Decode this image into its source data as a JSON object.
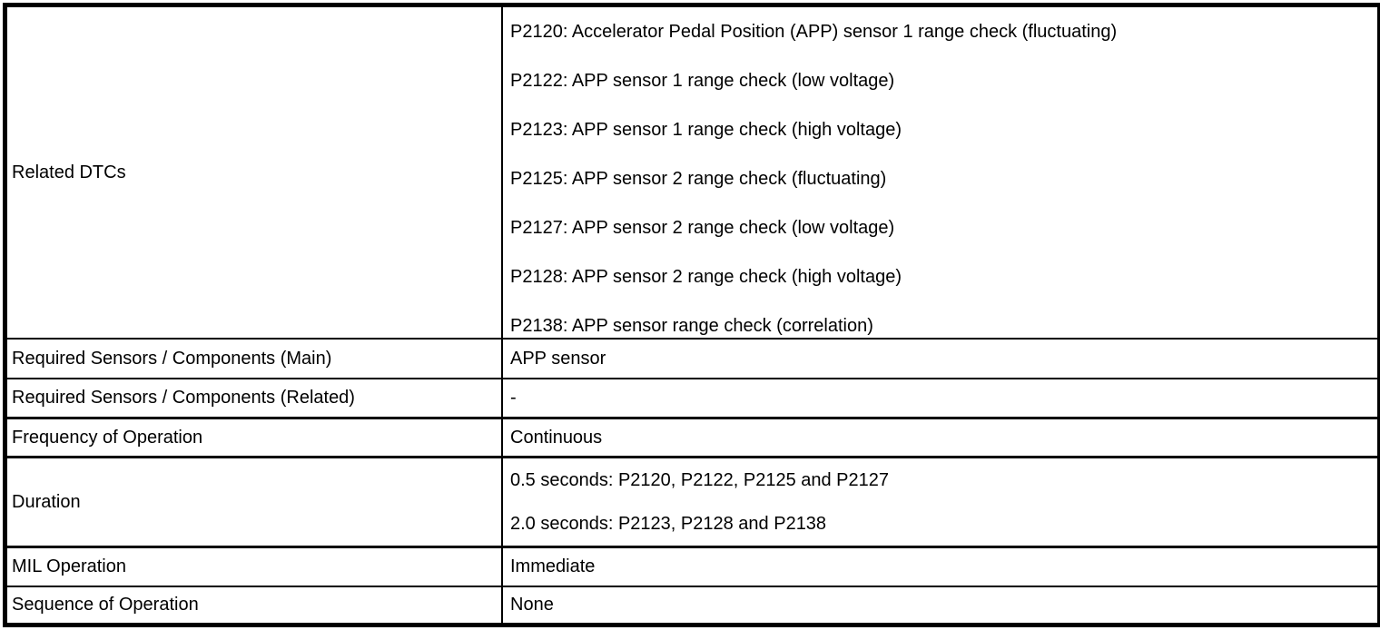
{
  "table": {
    "rows": [
      {
        "label": "Related DTCs",
        "values": [
          "P2120: Accelerator Pedal Position (APP) sensor 1 range check (fluctuating)",
          "P2122: APP sensor 1 range check (low voltage)",
          "P2123: APP sensor 1 range check (high voltage)",
          "P2125: APP sensor 2 range check (fluctuating)",
          "P2127: APP sensor 2 range check (low voltage)",
          "P2128: APP sensor 2 range check (high voltage)",
          "P2138: APP sensor range check (correlation)"
        ]
      },
      {
        "label": "Required Sensors / Components (Main)",
        "values": [
          "APP sensor"
        ]
      },
      {
        "label": "Required Sensors / Components (Related)",
        "values": [
          "-"
        ]
      },
      {
        "label": "Frequency of Operation",
        "values": [
          "Continuous"
        ]
      },
      {
        "label": "Duration",
        "values": [
          "0.5 seconds: P2120, P2122, P2125 and P2127",
          "2.0 seconds: P2123, P2128 and P2138"
        ]
      },
      {
        "label": "MIL Operation",
        "values": [
          "Immediate"
        ]
      },
      {
        "label": "Sequence of Operation",
        "values": [
          "None"
        ]
      }
    ],
    "colors": {
      "border": "#000000",
      "text": "#000000",
      "background": "#ffffff"
    }
  }
}
